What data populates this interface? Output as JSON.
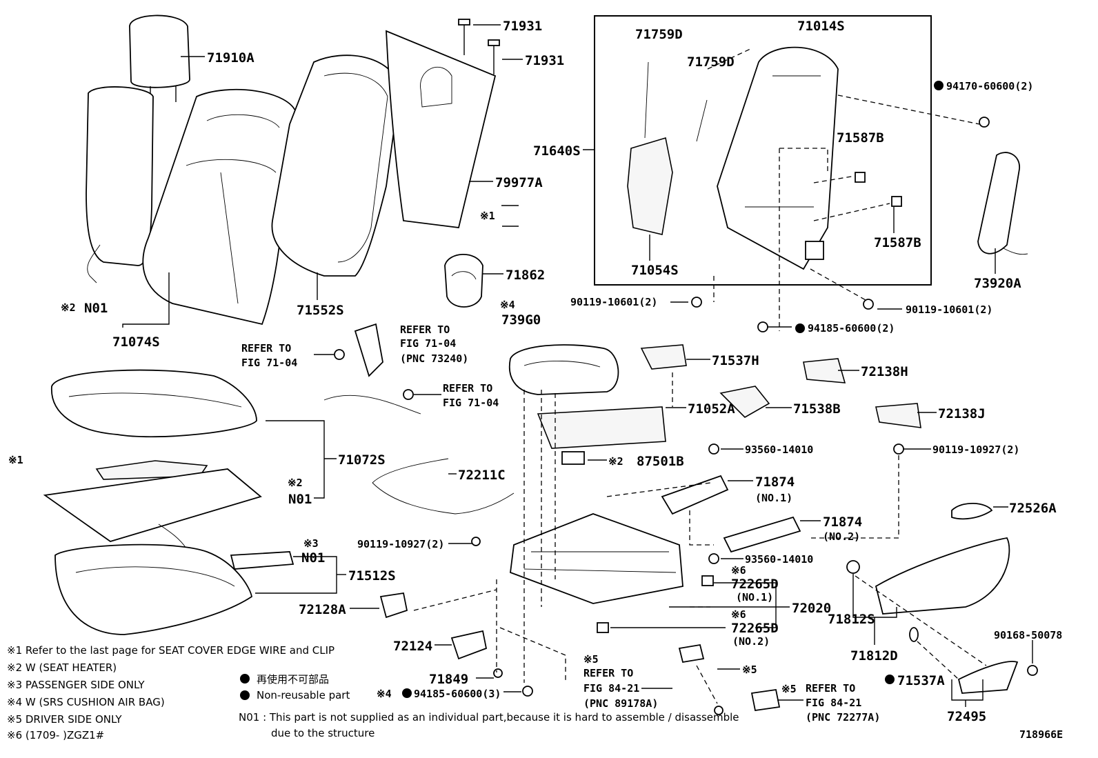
{
  "diagram": {
    "code": "718966E",
    "refer_to": "REFER TO",
    "parts": {
      "p71910A": "71910A",
      "p71931a": "71931",
      "p71931b": "71931",
      "p79977A": "79977A",
      "p71074S": "71074S",
      "p71552S": "71552S",
      "p71862": "71862",
      "p71759Da": "71759D",
      "p71759Db": "71759D",
      "p71014S": "71014S",
      "p71640S": "71640S",
      "p71587Ba": "71587B",
      "p71587Bb": "71587B",
      "p71054S": "71054S",
      "p73920A": "73920A",
      "p94170": "94170-60600(2)",
      "p90119a": "90119-10601(2)",
      "p90119b": "90119-10601(2)",
      "p94185a": "94185-60600(2)",
      "p739G0": "739G0",
      "p71537H": "71537H",
      "p72138H": "72138H",
      "p71052A": "71052A",
      "p71538B": "71538B",
      "p72138J": "72138J",
      "p71072S": "71072S",
      "p72211C": "72211C",
      "p87501B": "87501B",
      "p93560a": "93560-14010",
      "p90119c": "90119-10927(2)",
      "p71874a": "71874",
      "p71874a_sub": "(NO.1)",
      "p71874b": "71874",
      "p71874b_sub": "(NO.2)",
      "p72526A": "72526A",
      "p93560b": "93560-14010",
      "p90119d": "90119-10927(2)",
      "p71512S": "71512S",
      "p72265Da": "72265D",
      "p72265Da_sub": "(NO.1)",
      "p72020": "72020",
      "p72265Db": "72265D",
      "p72265Db_sub": "(NO.2)",
      "p71812Sa": "71812S",
      "p71812D": "71812D",
      "p72128A": "72128A",
      "p72124": "72124",
      "p71849": "71849",
      "p94185b": "94185-60600(3)",
      "p90168": "90168-50078",
      "p71537A": "71537A",
      "p72495": "72495",
      "N01a": "N01",
      "N01b": "N01",
      "N01c": "N01"
    },
    "refs": {
      "ref1_fig": "FIG 71-04",
      "ref2_fig": "FIG 71-04",
      "ref2_pnc": "(PNC 73240)",
      "ref3_fig": "FIG 71-04",
      "ref4_fig": "FIG 84-21",
      "ref4_pnc": "(PNC 89178A)",
      "ref5_fig": "FIG 84-21",
      "ref5_pnc": "(PNC 72277A)"
    },
    "marks": {
      "m1": "※1",
      "m2": "※2",
      "m3": "※3",
      "m4": "※4",
      "m5": "※5",
      "m6": "※6"
    },
    "notes": [
      "※1  Refer to the last page for SEAT COVER EDGE WIRE and CLIP",
      "※2  W (SEAT HEATER)",
      "※3  PASSENGER SIDE ONLY",
      "※4  W (SRS CUSHION AIR BAG)",
      "※5  DRIVER SIDE ONLY",
      "※6  (1709-        )ZGZ1#"
    ],
    "legend": {
      "jp": "再使用不可部品",
      "en": "Non-reusable part"
    },
    "n01_note_line1": "N01 : This part is not supplied as an individual part,because it is hard to assemble / disassemble",
    "n01_note_line2": "due to the structure"
  }
}
